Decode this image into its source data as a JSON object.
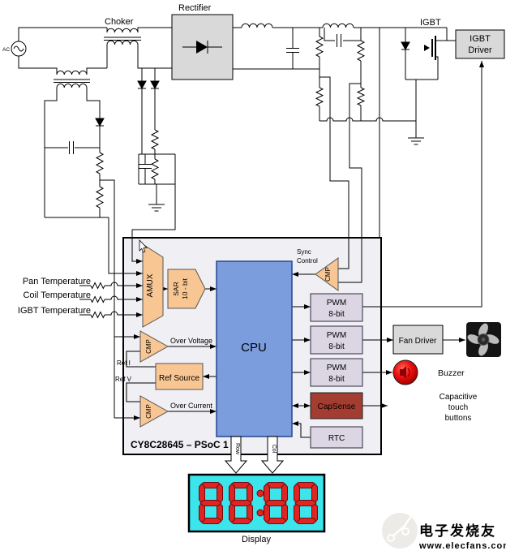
{
  "schematic": {
    "ac_label": "AC",
    "choker_label": "Choker",
    "rectifier_label": "Rectifier",
    "igbt_label": "IGBT",
    "igbt_driver": {
      "line1": "IGBT",
      "line2": "Driver"
    }
  },
  "analog_inputs": {
    "pan": "Pan Temperature",
    "coil": "Coil Temperature",
    "igbt": "IGBT Temperature"
  },
  "psoc": {
    "part_label": "CY8C28645 – PSoC 1",
    "amux_label": "AMUX",
    "sar": {
      "line1": "SAR",
      "line2": "10 - bit"
    },
    "cpu_label": "CPU",
    "sync_control": {
      "line1": "Sync",
      "line2": "Control"
    },
    "cmp_label": "CMP",
    "over_voltage_label": "Over Voltage",
    "over_current_label": "Over Current",
    "ref_source_label": "Ref Source",
    "ref_i_label": "Ref I",
    "ref_v_label": "Ref V",
    "pwm_blocks": [
      {
        "line1": "PWM",
        "line2": "8-bit"
      },
      {
        "line1": "PWM",
        "line2": "8-bit"
      },
      {
        "line1": "PWM",
        "line2": "8-bit"
      }
    ],
    "capsense_label": "CapSense",
    "rtc_label": "RTC",
    "row_label": "Row",
    "col_label": "Col"
  },
  "peripherals": {
    "fan_driver_label": "Fan Driver",
    "buzzer_label": "Buzzer",
    "cap_touch": {
      "line1": "Capacitive",
      "line2": "touch",
      "line3": "buttons"
    }
  },
  "display": {
    "value": "88:88",
    "label": "Display"
  },
  "watermark": {
    "brand": "电子发烧友",
    "site": "www.elecfans.com"
  },
  "colors": {
    "block_peach": "#f8c693",
    "cpu_blue": "#7b9cdd",
    "block_lavender": "#dcd6e4",
    "capsense_red": "#a33c31",
    "box_gray": "#d9d9d9",
    "psoc_bg": "#f0eff4",
    "display_cyan": "#3ce5ec",
    "segment_red": "#e02424"
  }
}
